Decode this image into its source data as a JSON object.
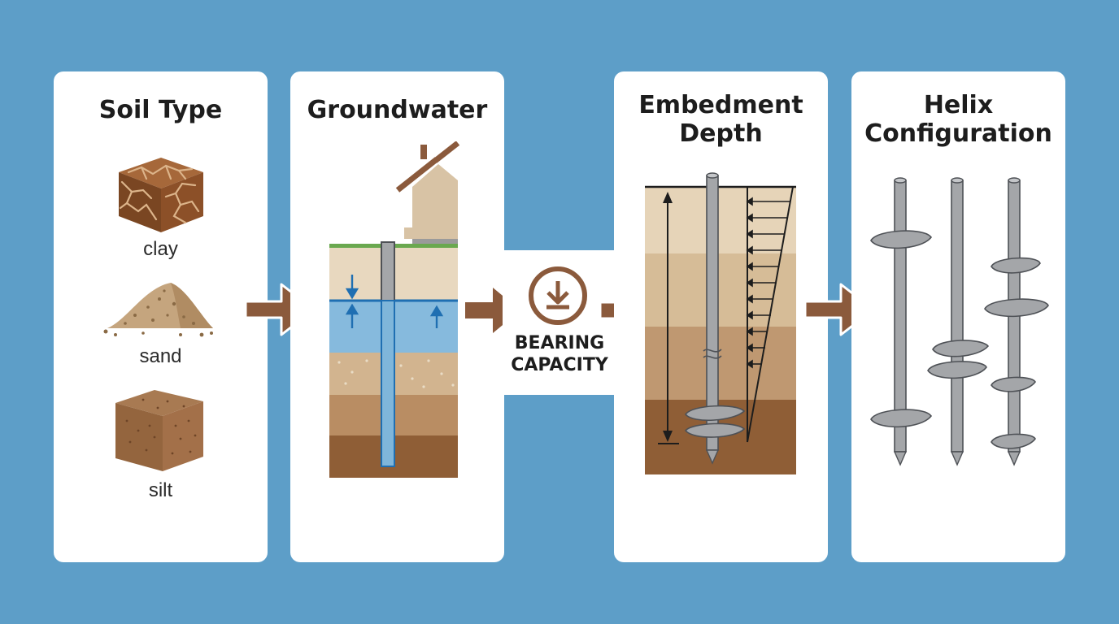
{
  "colors": {
    "background": "#5d9ec8",
    "panel": "#ffffff",
    "arrow": "#8b5a3c",
    "water": "#7fb6da",
    "water_line": "#1f6fb2",
    "steel": "#a4a6a9"
  },
  "panels": {
    "soil_type": {
      "title": "Soil Type",
      "items": [
        {
          "label": "clay",
          "icon": "clay-cube-icon"
        },
        {
          "label": "sand",
          "icon": "sand-pile-icon"
        },
        {
          "label": "silt",
          "icon": "silt-cube-icon"
        }
      ]
    },
    "groundwater": {
      "title": "Groundwater"
    },
    "embedment_depth": {
      "title_line1": "Embedment",
      "title_line2": "Depth"
    },
    "helix_configuration": {
      "title_line1": "Helix",
      "title_line2": "Configuration"
    }
  },
  "hub": {
    "icon": "bearing-down-arrow-icon",
    "line1": "BEARING",
    "line2": "CAPACITY"
  },
  "arrows": [
    "flow-arrow-1",
    "flow-arrow-2",
    "flow-arrow-3",
    "flow-arrow-4"
  ]
}
